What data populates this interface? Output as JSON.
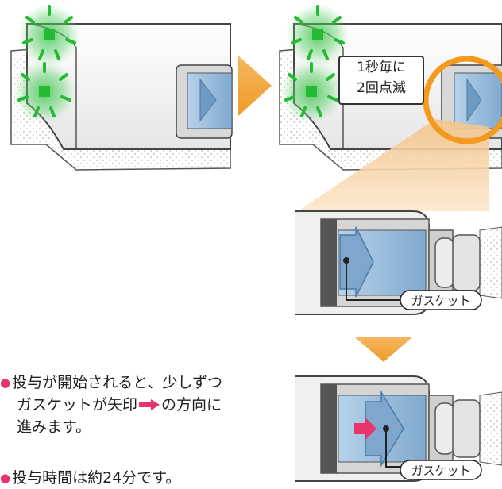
{
  "callout": {
    "line1": "1秒毎に",
    "line2": "2回点滅"
  },
  "labels": {
    "gasket_top": "ガスケット",
    "gasket_bottom": "ガスケット"
  },
  "instructions": {
    "line1": "投与が開始されると、少しずつ",
    "line2_a": "ガスケットが矢印",
    "line2_b": "の方向に",
    "line3": "進みます。",
    "bullet2": "投与時間は約24分です。"
  },
  "colors": {
    "blink_green": "#22bb33",
    "arrow_orange": "#f0a030",
    "highlight_ring": "#f39a1e",
    "pointer_pink": "#e8336b",
    "gasket_blue": "#8fb6d8"
  }
}
